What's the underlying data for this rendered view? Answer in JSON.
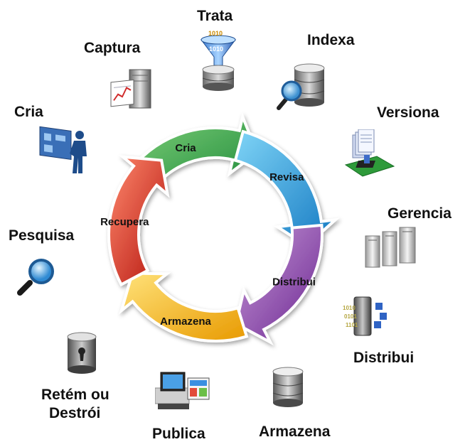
{
  "cycle": {
    "stages": [
      {
        "label": "Cria",
        "color": "#2fa24a"
      },
      {
        "label": "Revisa",
        "color": "#1ea6e0"
      },
      {
        "label": "Distribui",
        "color": "#8a3fa8"
      },
      {
        "label": "Armazena",
        "color": "#f0a800"
      },
      {
        "label": "Recupera",
        "color": "#d8231d"
      }
    ]
  },
  "outer": {
    "trata": {
      "label": "Trata",
      "icon": "filter-database-icon",
      "binary_top": "1010",
      "binary_bottom": "1010"
    },
    "indexa": {
      "label": "Indexa",
      "icon": "database-search-icon"
    },
    "versiona": {
      "label": "Versiona",
      "icon": "document-versions-icon"
    },
    "gerencia": {
      "label": "Gerencia",
      "icon": "servers-icon"
    },
    "distribui": {
      "label": "Distribui",
      "icon": "distributed-server-icon",
      "binary_lines": [
        "1010",
        "0101",
        "1101"
      ]
    },
    "armazena": {
      "label": "Armazena",
      "icon": "database-icon"
    },
    "publica": {
      "label": "Publica",
      "icon": "computer-publish-icon"
    },
    "retem": {
      "label_line1": "Retém ou",
      "label_line2": "Destrói",
      "icon": "locked-vault-icon"
    },
    "pesquisa": {
      "label": "Pesquisa",
      "icon": "magnifier-icon"
    },
    "cria": {
      "label": "Cria",
      "icon": "person-at-screen-icon"
    },
    "captura": {
      "label": "Captura",
      "icon": "scanner-capture-icon"
    }
  }
}
